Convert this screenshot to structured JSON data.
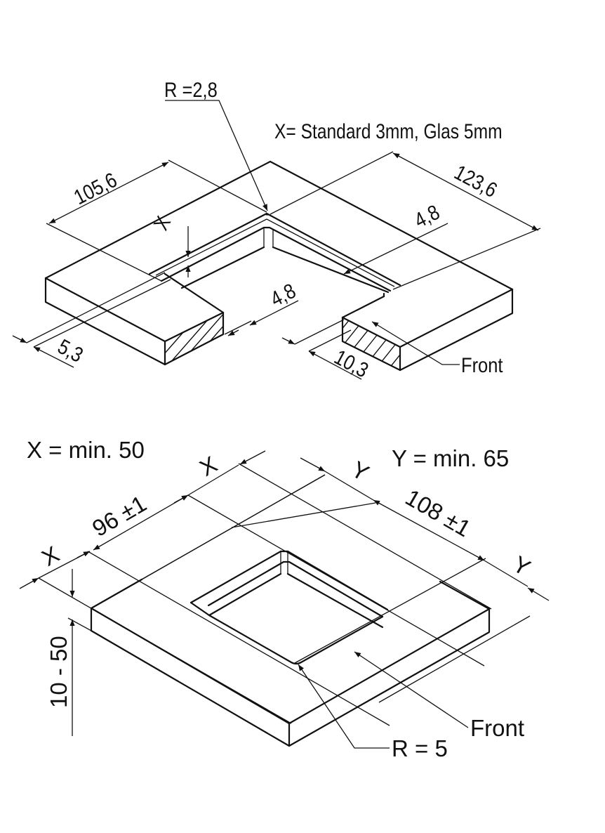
{
  "drawing_top": {
    "radius_label": "R =2,8",
    "note": "X= Standard 3mm, Glas 5mm",
    "dim_depth": "105,6",
    "dim_width": "123,6",
    "dim_rim_right": "4,8",
    "dim_rim_front": "4,8",
    "dim_x": "X",
    "dim_left_section": "5,3",
    "dim_right_section": "10,3",
    "front_label": "Front"
  },
  "drawing_bottom": {
    "note_x": "X = min. 50",
    "note_y": "Y = min. 65",
    "dim_x_left": "X",
    "dim_x_right": "X",
    "dim_depth": "96 ±1",
    "dim_y_left": "Y",
    "dim_y_right": "Y",
    "dim_width": "108 ±1",
    "dim_thickness": "10 - 50",
    "radius_label": "R = 5",
    "front_label": "Front"
  }
}
